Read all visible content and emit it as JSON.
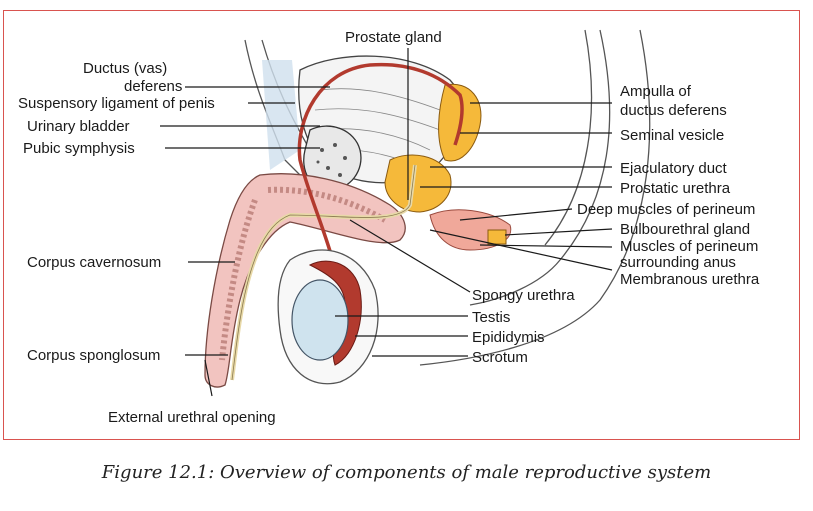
{
  "labels": {
    "prostate_gland": "Prostate gland",
    "ductus_line1": "Ductus (vas)",
    "ductus_line2": "deferens",
    "suspensory": "Suspensory ligament of penis",
    "urinary_bladder": "Urinary bladder",
    "pubic_symphysis": "Pubic symphysis",
    "corpus_cavernosum": "Corpus cavernosum",
    "corpus_spongiosum": "Corpus sponglosum",
    "external_opening": "External urethral opening",
    "ampulla_line1": "Ampulla of",
    "ampulla_line2": "ductus deferens",
    "seminal_vesicle": "Seminal vesicle",
    "ejaculatory_duct": "Ejaculatory duct",
    "prostatic_urethra": "Prostatic urethra",
    "deep_muscles": "Deep muscles of perineum",
    "bulbourethral": "Bulbourethral gland",
    "muscles_line1": "Muscles of perineum",
    "muscles_line2": "surrounding anus",
    "membranous_urethra": "Membranous urethra",
    "spongy_urethra": "Spongy urethra",
    "testis": "Testis",
    "epididymis": "Epididymis",
    "scrotum": "Scrotum"
  },
  "caption": "Figure 12.1: Overview of components of male reproductive system",
  "colors": {
    "frame": "#d9534f",
    "tissue_pink": "#f2c4c0",
    "duct_red": "#b23a2e",
    "gland_yellow": "#f5b93a",
    "testis_blue": "#cfe3ee",
    "bone": "#e8e8e8"
  }
}
